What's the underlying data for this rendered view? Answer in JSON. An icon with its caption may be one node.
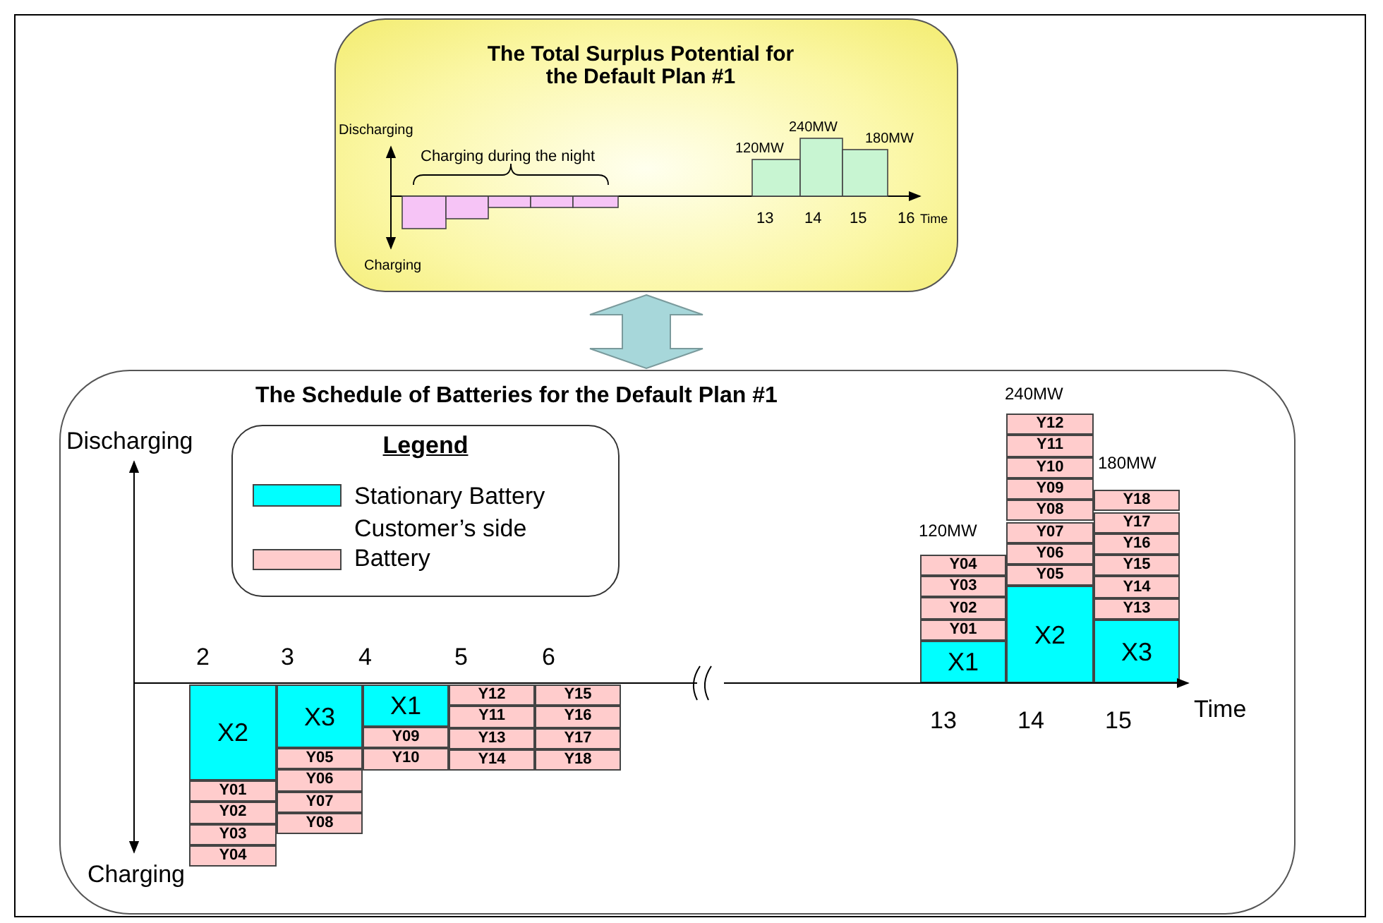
{
  "diagram": {
    "nodes": [
      {
        "text": [
          "The Total Surplus Potential for the Default Plan #1"
        ]
      },
      {
        "text": [
          "The Schedule of Batteries for the Default Plan #1"
        ]
      },
      {
        "text": [
          "Legend"
        ],
        "in": 1
      },
      {
        "text": [
          "X2"
        ],
        "in": 1
      },
      {
        "text": [
          "Y01"
        ],
        "in": 1
      },
      {
        "text": [
          "Y02"
        ],
        "in": 1
      },
      {
        "text": [
          "Y03"
        ],
        "in": 1
      },
      {
        "text": [
          "Y04"
        ],
        "in": 1
      },
      {
        "text": [
          "X3"
        ],
        "in": 1
      },
      {
        "text": [
          "Y05"
        ],
        "in": 1
      },
      {
        "text": [
          "Y06"
        ],
        "in": 1
      },
      {
        "text": [
          "Y07"
        ],
        "in": 1
      },
      {
        "text": [
          "Y08"
        ],
        "in": 1
      },
      {
        "text": [
          "X1"
        ],
        "in": 1
      },
      {
        "text": [
          "Y09"
        ],
        "in": 1
      },
      {
        "text": [
          "Y10"
        ],
        "in": 1
      },
      {
        "text": [
          "Y12"
        ],
        "in": 1
      },
      {
        "text": [
          "Y11"
        ],
        "in": 1
      },
      {
        "text": [
          "Y13"
        ],
        "in": 1
      },
      {
        "text": [
          "Y14"
        ],
        "in": 1
      },
      {
        "text": [
          "Y15"
        ],
        "in": 1
      },
      {
        "text": [
          "Y16"
        ],
        "in": 1
      },
      {
        "text": [
          "Y17"
        ],
        "in": 1
      },
      {
        "text": [
          "Y18"
        ],
        "in": 1
      },
      {
        "text": [
          "Y12"
        ],
        "in": 1
      },
      {
        "text": [
          "Y11"
        ],
        "in": 1
      },
      {
        "text": [
          "Y10"
        ],
        "in": 1
      },
      {
        "text": [
          "Y09"
        ],
        "in": 1
      },
      {
        "text": [
          "Y08"
        ],
        "in": 1
      },
      {
        "text": [
          "Y07"
        ],
        "in": 1
      },
      {
        "text": [
          "Y06"
        ],
        "in": 1
      },
      {
        "text": [
          "Y05"
        ],
        "in": 1
      },
      {
        "text": [
          "X2"
        ],
        "in": 1
      },
      {
        "text": [
          "Y18"
        ],
        "in": 1
      },
      {
        "text": [
          "Y17"
        ],
        "in": 1
      },
      {
        "text": [
          "Y16"
        ],
        "in": 1
      },
      {
        "text": [
          "Y15"
        ],
        "in": 1
      },
      {
        "text": [
          "Y14"
        ],
        "in": 1
      },
      {
        "text": [
          "Y13"
        ],
        "in": 1
      },
      {
        "text": [
          "X3"
        ],
        "in": 1
      },
      {
        "text": [
          "Y04"
        ],
        "in": 1
      },
      {
        "text": [
          "Y03"
        ],
        "in": 1
      },
      {
        "text": [
          "Y02"
        ],
        "in": 1
      },
      {
        "text": [
          "Y01"
        ],
        "in": 1
      },
      {
        "text": [
          "X1"
        ],
        "in": 1
      }
    ],
    "edges": [
      {
        "from": 0,
        "to": 1,
        "arrow": "both"
      }
    ],
    "labels": [
      "Discharging",
      "Charging during the night",
      "120MW",
      "240MW",
      "180MW",
      "13",
      "14",
      "15",
      "16",
      "Time",
      "Charging",
      "Discharging",
      "240MW",
      "180MW",
      "120MW",
      "2",
      "3",
      "4",
      "5",
      "6",
      "13",
      "14",
      "15",
      "Time",
      "Charging"
    ],
    "legend": [
      {
        "text": "Stationary Battery",
        "color": "#00ffff"
      },
      {
        "text": "Customer’s side Battery",
        "color": "#ffcccc"
      }
    ]
  }
}
